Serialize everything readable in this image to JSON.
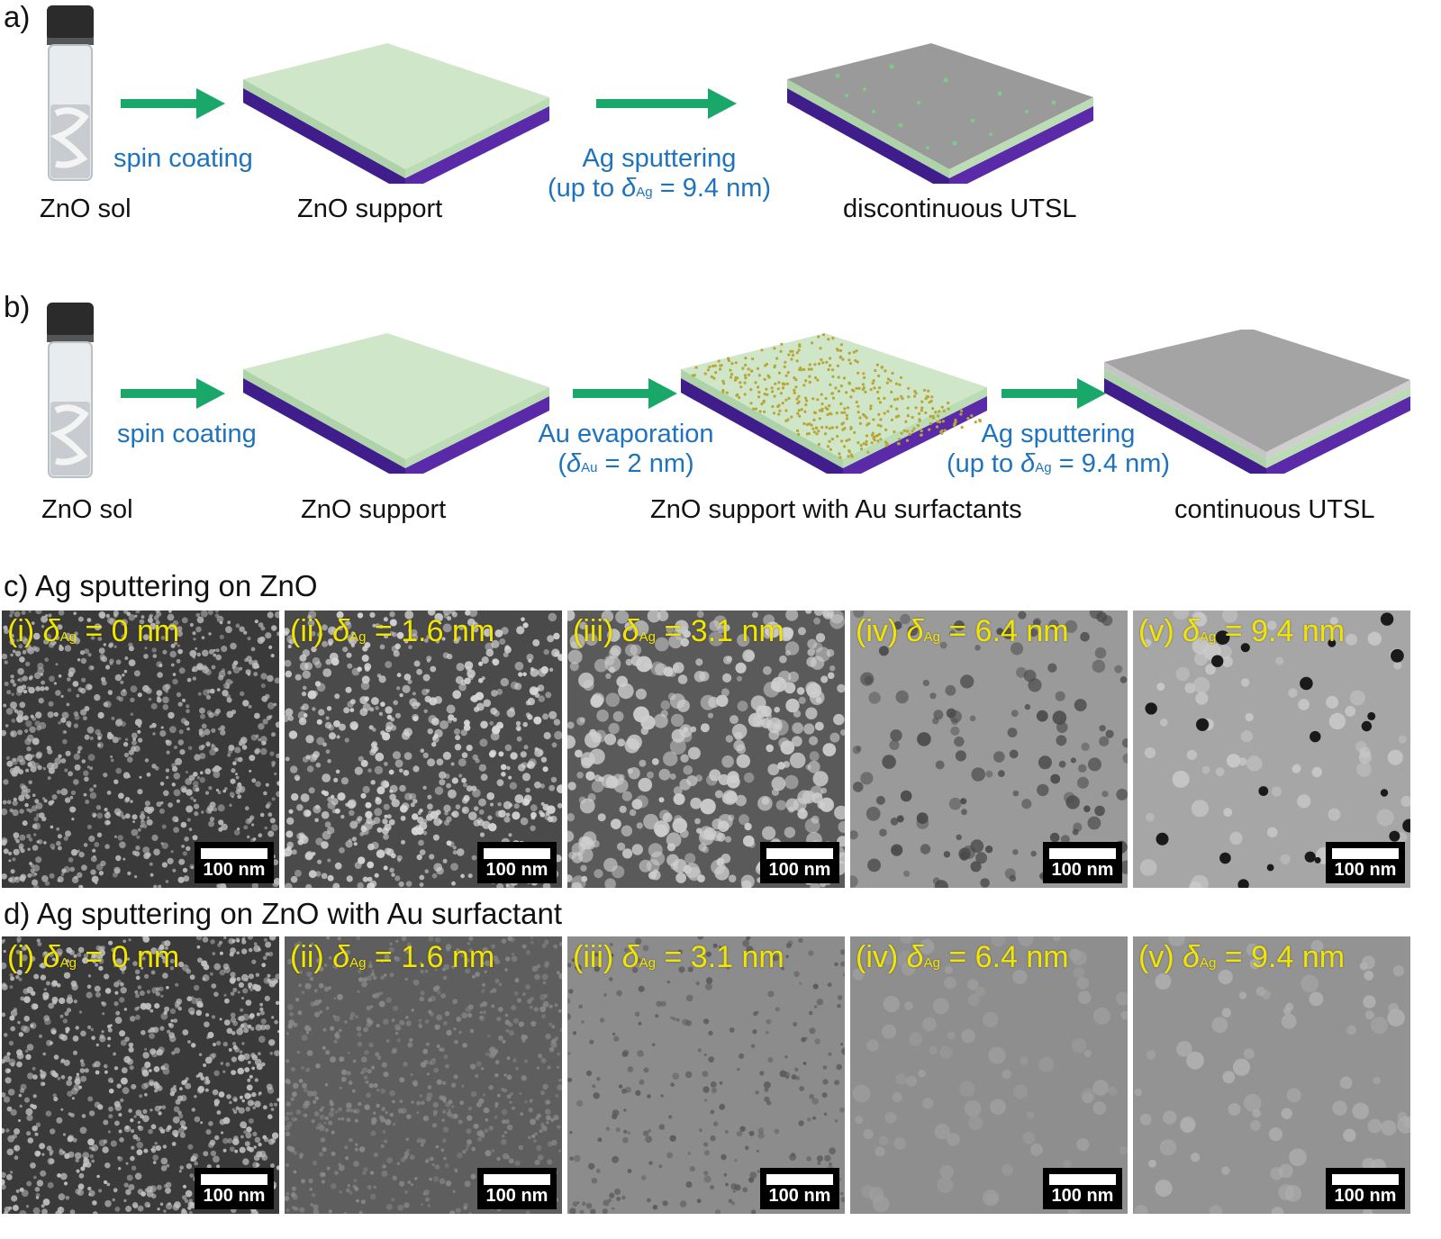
{
  "panel_a": {
    "letter": "a)",
    "labels": [
      "ZnO sol",
      "ZnO support",
      "discontinuous UTSL"
    ],
    "steps": [
      {
        "line1": "spin coating"
      },
      {
        "line1": "Ag sputtering",
        "line2_prefix": "(up to ",
        "symbol": "δ",
        "sub": "Ag",
        "line2_suffix": " = 9.4 nm)"
      }
    ]
  },
  "panel_b": {
    "letter": "b)",
    "labels": [
      "ZnO sol",
      "ZnO support",
      "ZnO support with Au surfactants",
      "continuous UTSL"
    ],
    "steps": [
      {
        "line1": "spin coating"
      },
      {
        "line1": "Au evaporation",
        "line2_prefix": "(",
        "symbol": "δ",
        "sub": "Au",
        "line2_suffix": " = 2 nm)"
      },
      {
        "line1": "Ag sputtering",
        "line2_prefix": "(up to ",
        "symbol": "δ",
        "sub": "Ag",
        "line2_suffix": " = 9.4 nm)"
      }
    ]
  },
  "panel_c": {
    "title": "c) Ag sputtering on ZnO",
    "images": [
      {
        "index": "(i) ",
        "value": " = 0 nm"
      },
      {
        "index": "(ii) ",
        "value": " = 1.6 nm"
      },
      {
        "index": "(iii) ",
        "value": " = 3.1 nm"
      },
      {
        "index": "(iv) ",
        "value": " = 6.4 nm"
      },
      {
        "index": "(v) ",
        "value": " = 9.4 nm"
      }
    ]
  },
  "panel_d": {
    "title": "d) Ag sputtering on ZnO with Au surfactant",
    "images": [
      {
        "index": "(i) ",
        "value": " = 0 nm"
      },
      {
        "index": "(ii) ",
        "value": " = 1.6 nm"
      },
      {
        "index": "(iii) ",
        "value": " = 3.1 nm"
      },
      {
        "index": "(iv) ",
        "value": " = 6.4 nm"
      },
      {
        "index": "(v) ",
        "value": " = 9.4 nm"
      }
    ]
  },
  "symbol": {
    "delta": "δ",
    "sub_ag": "Ag"
  },
  "scalebar_label": "100 nm",
  "colors": {
    "arrow": "#1aa86a",
    "step_text": "#1e73be",
    "zno_layer": "#cfe6c9",
    "substrate": "#5a2aa8",
    "sem_label": "#f2e600",
    "au_particles": "#b8a636",
    "ag_film": "#9a9a9a"
  }
}
